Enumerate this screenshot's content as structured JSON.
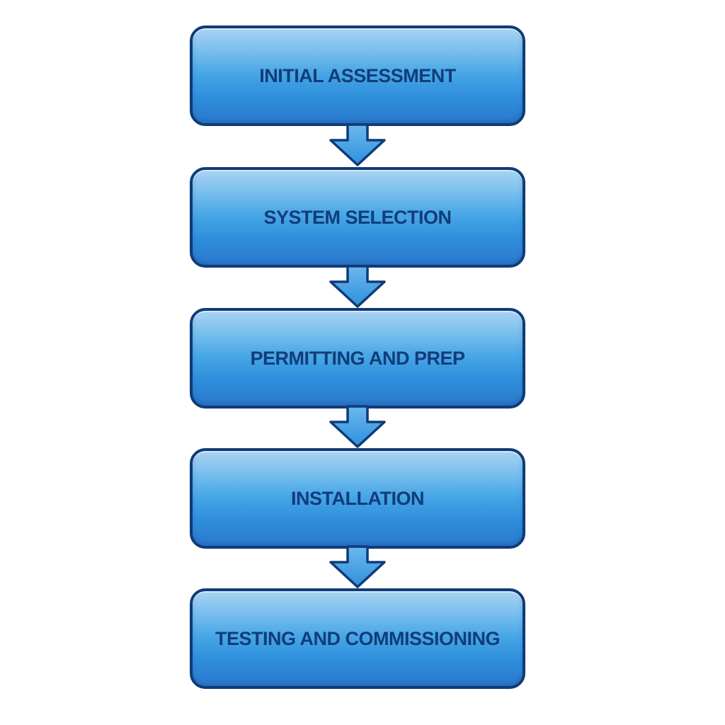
{
  "diagram": {
    "steps": [
      {
        "label": "INITIAL ASSESSMENT"
      },
      {
        "label": "SYSTEM SELECTION"
      },
      {
        "label": "PERMITTING AND PREP"
      },
      {
        "label": "INSTALLATION"
      },
      {
        "label": "TESTING AND COMMISSIONING"
      }
    ]
  },
  "colors": {
    "box_border": "#0f3b78",
    "box_fill_top": "#a9d3f2",
    "box_fill_bottom": "#2a78cc",
    "label_text": "#123c7a",
    "arrow_fill": "#3a9fe3"
  }
}
